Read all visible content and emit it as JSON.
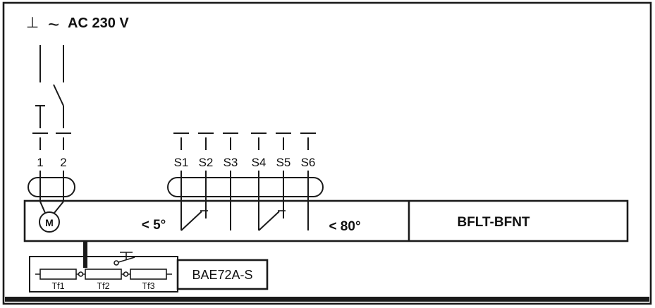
{
  "header": {
    "ground_symbol": "⊥",
    "ac_symbol": "~",
    "voltage_label": "AC 230 V"
  },
  "terminals": {
    "wire1": "1",
    "wire2": "2",
    "s": [
      "S1",
      "S2",
      "S3",
      "S4",
      "S5",
      "S6"
    ]
  },
  "actuator": {
    "motor_letter": "M",
    "angle_min_label": "< 5°",
    "angle_max_label": "< 80°",
    "model_label": "BFLT-BFNT"
  },
  "thermal_sensor": {
    "fuse_labels": [
      "Tf1",
      "Tf2",
      "Tf3"
    ],
    "model_label": "BAE72A-S"
  },
  "colors": {
    "line": "#1a1a1a",
    "background": "#ffffff"
  }
}
